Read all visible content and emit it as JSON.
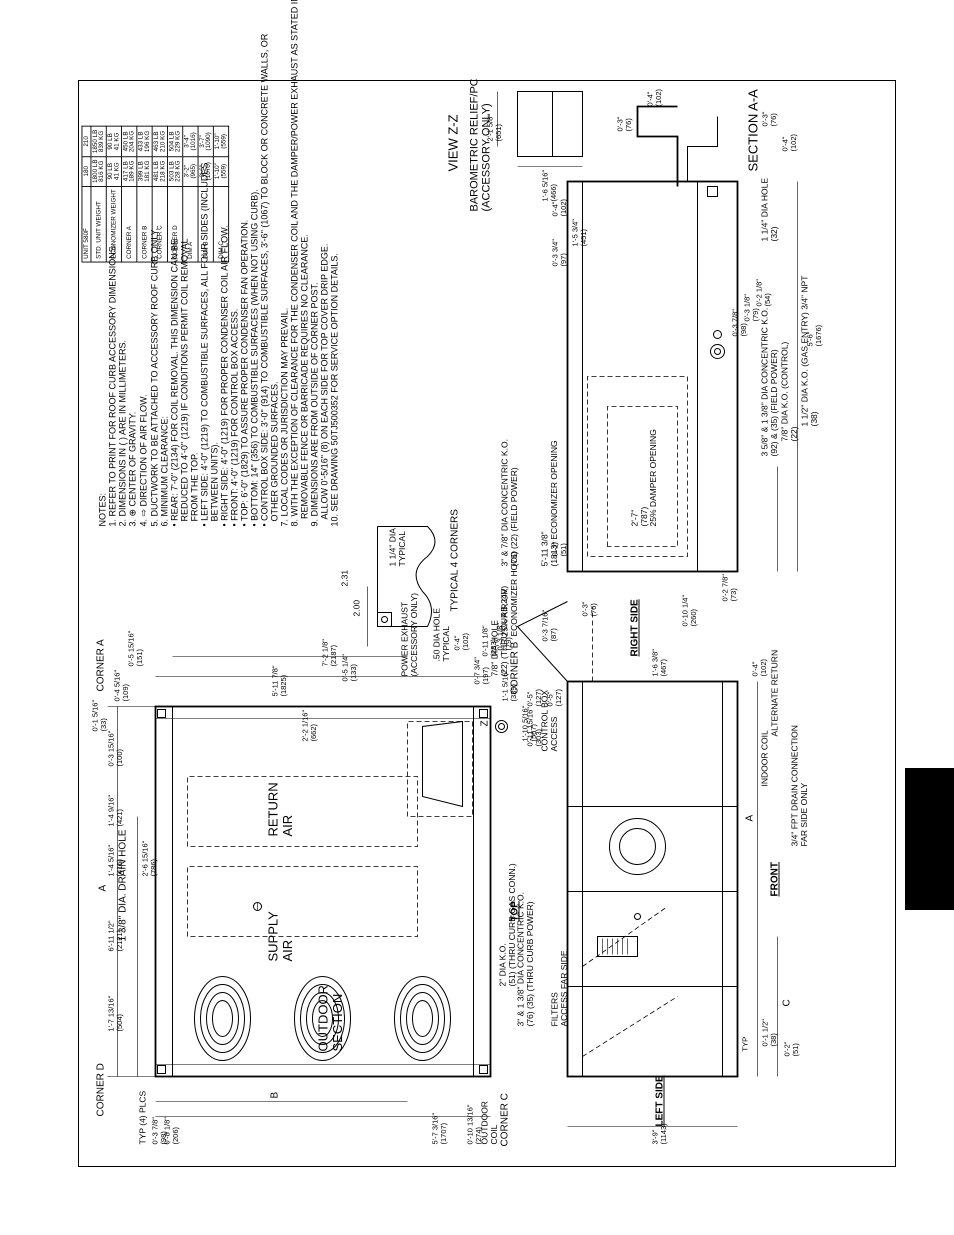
{
  "weights_table": {
    "headers": [
      "UNIT 580F",
      "STD. UNIT WEIGHT",
      "ECONOMIZER WEIGHT",
      "CORNER A",
      "CORNER B",
      "CORNER C",
      "CORNER D",
      "DIM A",
      "DIM B",
      "DIM C"
    ],
    "rows": [
      [
        "180",
        "1800 LB\n816 KG",
        "90 LB\n41 KG",
        "417 LB\n189 KG",
        "399 LB\n181 KG",
        "481 LB\n218 KG",
        "503 LB\n228 KG",
        "3'-2\"\n(965)",
        "3'-6\"\n(1070)",
        "1'-10\"\n(559)"
      ],
      [
        "210",
        "1850 LB\n839 KG",
        "90 LB\n41 KG",
        "450 LB\n204 KG",
        "433 LB\n196 KG",
        "463 LB\n210 KG",
        "504 LB\n229 KG",
        "3'-4\"\n(1016)",
        "3'-7\"\n(1090)",
        "1'-10\"\n(559)"
      ]
    ]
  },
  "notes": {
    "heading": "NOTES:",
    "items": [
      "1. REFER TO PRINT FOR ROOF CURB ACCESSORY DIMENSIONS.",
      "2. DIMENSIONS IN ( ) ARE IN MILLIMETERS.",
      "3. ⊕ CENTER OF GRAVITY.",
      "4. ⇨ DIRECTION OF AIR FLOW.",
      "5. DUCTWORK TO BE ATTACHED TO ACCESSORY ROOF CURB ONLY.",
      "6. MINIMUM CLEARANCE:",
      "• REAR: 7'-0\" (2134) FOR COIL REMOVAL. THIS DIMENSION CAN BE",
      "  REDUCED TO 4'-0\" (1219) IF CONDITIONS PERMIT COIL REMOVAL",
      "  FROM THE TOP.",
      "• LEFT SIDE: 4'-0\" (1219) TO COMBUSTIBLE SURFACES, ALL FOUR SIDES (INCLUDES",
      "  BETWEEN UNITS).",
      "• RIGHT SIDE: 4'-0\" (1219) FOR PROPER CONDENSER COIL AIR FLOW.",
      "• FRONT: 4'-0\" (1219) FOR CONTROL BOX ACCESS.",
      "• TOP: 6'-0\" (1829) TO ASSURE PROPER CONDENSER FAN OPERATION.",
      "• BOTTOM: 14\" (356) TO COMBUSTIBLE SURFACES (WHEN NOT USING CURB).",
      "• CONTROL BOX SIDE: 3'-0\" (914) TO COMBUSTIBLE SURFACES, 3'-6\" (1067) TO BLOCK OR CONCRETE WALLS, OR",
      "  OTHER GROUNDED SURFACES.",
      "7. LOCAL CODES OR JURISDICTION MAY PREVAIL.",
      "8. WITH THE EXCEPTION OF CLEARANCE FOR THE CONDENSER COIL AND THE DAMPER/POWER EXHAUST AS STATED IN NOTE #6, A",
      "   REMOVABLE FENCE OR BARRICADE REQUIRES NO CLEARANCE.",
      "9. DIMENSIONS ARE FROM OUTSIDE OF CORNER POST.",
      "   ALLOW 0'-5/16\" (8) ON EACH SIDE FOR TOP COVER DRIP EDGE.",
      "10. SEE DRAWING 50TJ500352 FOR SERVICE OPTION DETAILS."
    ]
  },
  "top_view": {
    "labels": {
      "corner_a": "CORNER A",
      "corner_b": "CORNER B",
      "corner_c": "CORNER C",
      "corner_d": "CORNER D",
      "supply_air": "SUPPLY\nAIR",
      "return_air": "RETURN\nAIR",
      "outdoor_section": "OUTDOOR\nSECTION",
      "outdoor_coil": "OUTDOOR\nCOIL",
      "top": "TOP",
      "power_exhaust": "POWER EXHAUST\n(ACCESSORY ONLY)",
      "drain_hole": "1 3/8\" DIA. DRAIN HOLE",
      "typ_plcs": "TYP (4) PLCS",
      "gas_conn": "2\" DIA K.O.\n(51) (THRU CURB GAS CONN.)",
      "curb_power": "3\" & 1 3/8\" DIA CONCENTRIC K.O.\n(76) (35) (THRU CURB POWER)",
      "curb_24v": "7/8\" DIA HOLE\n(22) (THRU CURB,24V)",
      "z": "Z"
    },
    "dims": {
      "d_0_3_7_8": "0'-3 7/8\"\n(98)",
      "d_0_8_1_8": "0'-8 1/8\"\n(206)",
      "d_0_10_13_16": "0'-10 13/16\"\n(274)",
      "d_5_7_3_16": "5'-7 3/16\"\n(1707)",
      "d_1_7_13_16": "1'-7 13/16\"\n(504)",
      "d_6_11_1_2": "6'-11 1/2\"\n(2121)",
      "d_1_4_5_16": "1'-4 5/16\"\n(415)",
      "d_1_4_9_16": "1'-4 9/16\"\n(421)",
      "d_2_6_15_16": "2'-6 15/16\"\n(786)",
      "d_0_3_15_16": "0'-3 15/16\"\n(100)",
      "d_0_1_5_16": "0'-1 5/16\"\n(33)",
      "d_0_4_5_16": "0'-4 5/16\"\n(109)",
      "d_0_5_15_16": "0'-5 15/16\"\n(151)",
      "d_7_2_1_8": "7'-2 1/8\"\n(2187)",
      "d_5_11_7_8": "5'-11 7/8\"\n(1825)",
      "d_2_2_1_16": "2'-2 1/16\"\n(662)",
      "d_0_5_1_4": "0'-5 1/4\"\n(133)",
      "d_0_11_1_8": "0'-11 1/8\"\n(283)",
      "d_0_4": "0'-4\"\n(102)",
      "d_0_7_3_4": "0'-7 3/4\"\n(197)",
      "d_0_3_1_8": "0'-3 1/8\"\n(79)",
      "d_0_5": "0'-5\"\n(127)",
      "d_0_11_15_16": "0'-11 15/16\"\n(303)",
      "d_0_5b": "0'-5\"\n(127)",
      "dim_a": "A",
      "dim_b": "B"
    }
  },
  "corner_detail": {
    "hole": ".50 DIA HOLE\nTYPICAL",
    "hole2": "1 1/4\" DIA\nTYPICAL",
    "d1": "2.00",
    "d2": "2.31",
    "caption": "TYPICAL 4 CORNERS"
  },
  "side_view": {
    "labels": {
      "left_side": "LEFT SIDE",
      "right_side": "RIGHT SIDE",
      "front": "FRONT",
      "filters": "FILTERS\nACCESS FAR SIDE",
      "control_box": "CONTROL BOX\nACCESS",
      "hood": "25% AIR OR\nECONOMIZER HOOD",
      "indoor_coil": "INDOOR COIL",
      "alt_return": "ALTERNATE RETURN",
      "drain": "3/4\" FPT DRAIN CONNECTION\nFAR SIDE ONLY",
      "a_mark": "A",
      "dim_c": "C"
    },
    "dims": {
      "d_3_9": "3'-9\"\n(1143)",
      "d_0_1_1_2": "0'-1 1/2\"\n(38)",
      "d_0_2": "0'-2\"\n(51)",
      "typ": "TYP",
      "d_1_10_5_16": "1'-10 5/16\"\n(567)",
      "d_1_1_5_16": "1'-1 5/16\"\n(339)",
      "d_1_6_3_8": "1'-6 3/8\"\n(467)",
      "d_0_4": "0'-4\"\n(102)",
      "d_0_3_7_16": "0'-3 7/16\"\n(87)",
      "d_0_3": "0'-3\"\n(76)",
      "d_0_10_1_4": "0'-10 1/4\"\n(260)",
      "d_0_2_7_8": "0'-2 7/8\"\n(73)"
    }
  },
  "right_view": {
    "labels": {
      "economizer_opening": "5'-11 3/8\"\n(1813) ECONOMIZER OPENING",
      "damper_opening": "2'-7\"\n(787)\n25% DAMPER OPENING",
      "ko_field_power": "3\" & 7/8\" DIA CONCENTRIC K.O.\n(76) (22) (FIELD POWER)",
      "ko_field_power2": "3 5/8\" & 1 3/8\" DIA CONCENTRIC K.O.\n(92) & (35) (FIELD POWER)",
      "ko_control": "7/8\" DIA K.O. (CONTROL)\n(22)",
      "ko_gas": "1 1/2\" DIA K.O. (GAS ENTRY) 3/4\" NPT\n(38)",
      "hole_1_1_4": "1 1/4\" DIA HOLE\n(32)"
    },
    "dims": {
      "d_0_2": "0'-2\"\n(51)",
      "d_5_6": "5'-6\"\n(1676)",
      "d_0_3_3_4": "0'-3 3/4\"\n(97)",
      "d_1_5_3_4": "1'-5 3/4\"\n(451)",
      "d_0_4": "0'-4\"\n(102)",
      "d_0_3_7_8": "0'-3 7/8\"\n(98)",
      "d_0_3_1_8": "0'-3 1/8\"\n(79)",
      "d_0_2_1_8": "0'-2 1/8\"\n(54)",
      "d_0_4_b": "0'-4\"\n(102)",
      "d_0_3_b": "0'-3\"\n(76)"
    }
  },
  "view_zz": {
    "title": "VIEW Z-Z",
    "subtitle": "BAROMETRIC RELIEF/POWER EXHAUST\n(ACCESSORY ONLY)",
    "d_2_1_5_8": "2'-1 5/8\"\n(651)",
    "d_1_6_5_16": "1'-6 5/16\"\n(466)"
  },
  "section_aa": {
    "title": "SECTION A-A",
    "d1": "0'-3\"\n(76)",
    "d2": "0'-4\"\n(102)"
  }
}
